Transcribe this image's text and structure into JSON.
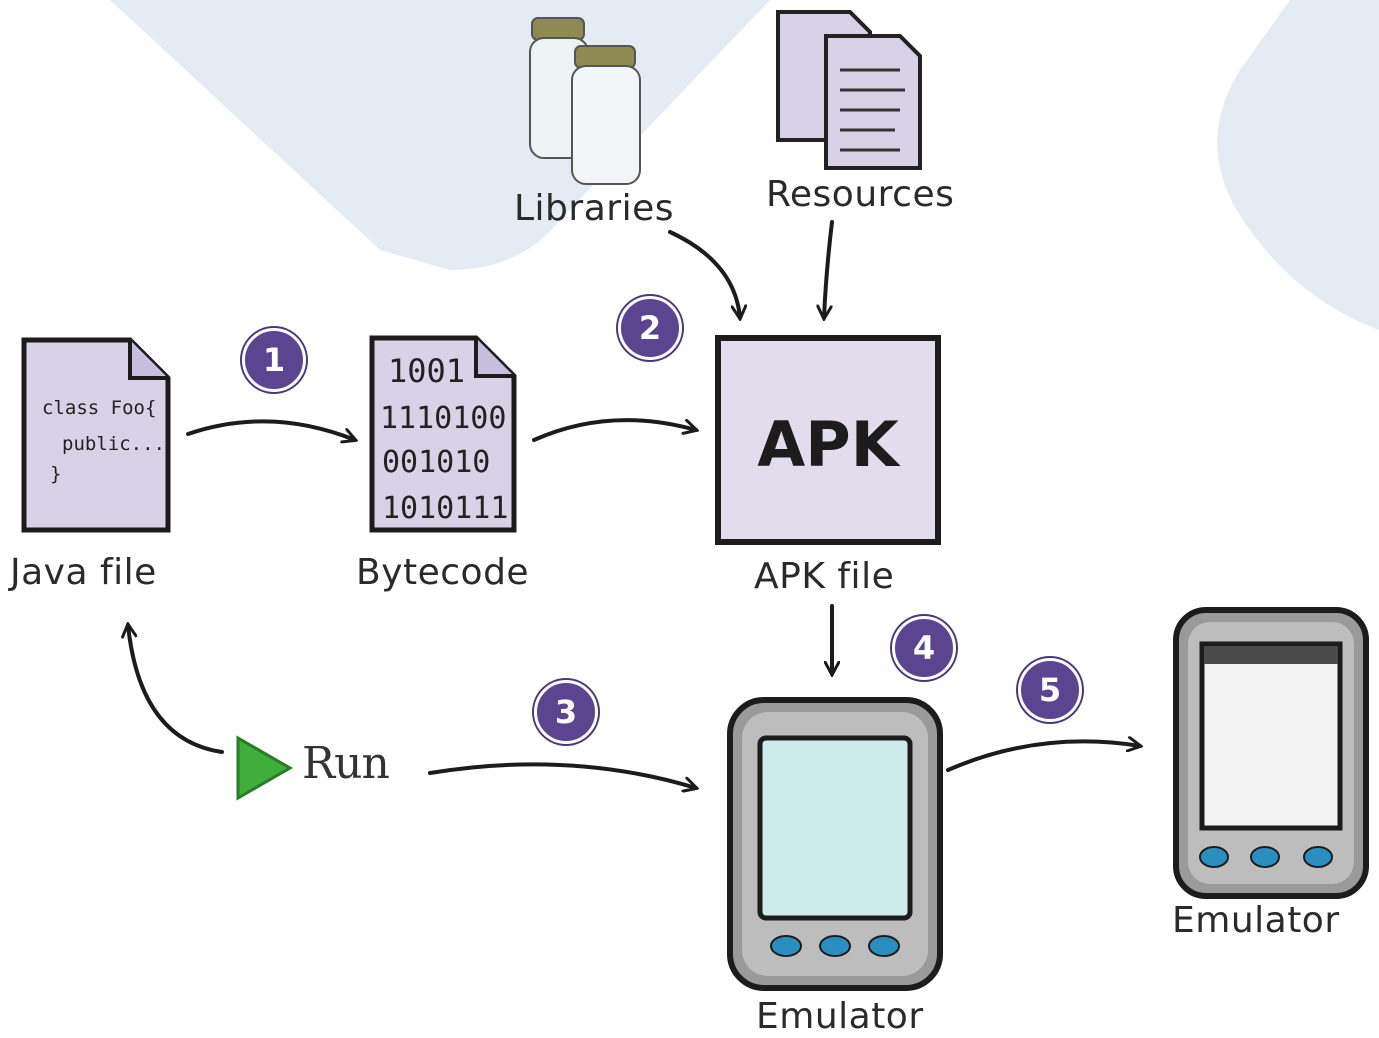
{
  "nodes": {
    "libraries": "Libraries",
    "resources": "Resources",
    "java_file": "Java file",
    "bytecode": "Bytecode",
    "apk_file": "APK file",
    "apk_box_text": "APK",
    "emulator_1": "Emulator",
    "emulator_2": "Emulator",
    "run": "Run"
  },
  "java_code": [
    "class Foo{",
    "public...",
    "}"
  ],
  "bytecode_lines": [
    "1001",
    "1110100",
    "001010",
    "1010111"
  ],
  "steps": [
    "1",
    "2",
    "3",
    "4",
    "5"
  ],
  "colors": {
    "badge": "#5b4591",
    "document_fill": "#d9d1e6",
    "run_triangle": "#3fae3a",
    "emulator_screen": "#cfeaea",
    "device_button": "#2a8fc0",
    "background_shape": "#e4ebf2"
  },
  "icons": [
    "jar-icon",
    "documents-icon",
    "play-icon",
    "device-icon"
  ]
}
